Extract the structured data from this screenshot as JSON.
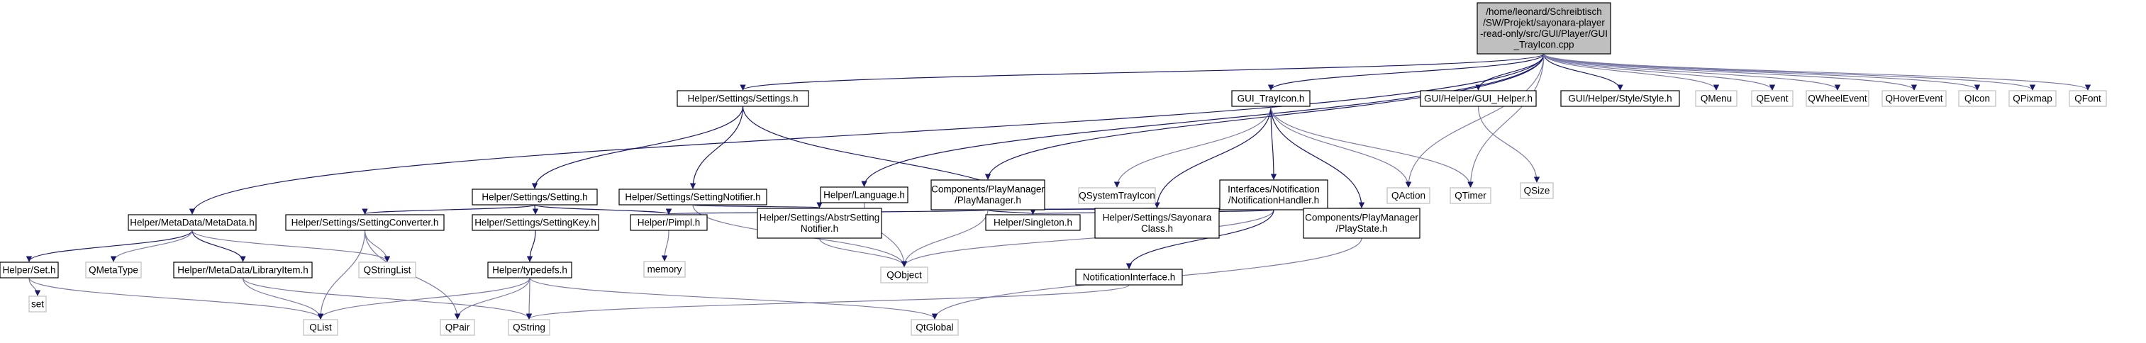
{
  "diagram": {
    "nodes": [
      {
        "id": "root",
        "lines": [
          "/home/leonard/Schreibtisch",
          "/SW/Projekt/sayonara-player",
          "-read-only/src/GUI/Player/GUI",
          "_TrayIcon.cpp"
        ],
        "kind": "root"
      },
      {
        "id": "settings_h",
        "lines": [
          "Helper/Settings/Settings.h"
        ],
        "kind": "doc"
      },
      {
        "id": "gui_trayicon_h",
        "lines": [
          "GUI_TrayIcon.h"
        ],
        "kind": "doc"
      },
      {
        "id": "gui_helper_h",
        "lines": [
          "GUI/Helper/GUI_Helper.h"
        ],
        "kind": "doc"
      },
      {
        "id": "style_h",
        "lines": [
          "GUI/Helper/Style/Style.h"
        ],
        "kind": "doc"
      },
      {
        "id": "qmenu",
        "lines": [
          "QMenu"
        ],
        "kind": "ext"
      },
      {
        "id": "qevent",
        "lines": [
          "QEvent"
        ],
        "kind": "ext"
      },
      {
        "id": "qwheelevent",
        "lines": [
          "QWheelEvent"
        ],
        "kind": "ext"
      },
      {
        "id": "qhoverevent",
        "lines": [
          "QHoverEvent"
        ],
        "kind": "ext"
      },
      {
        "id": "qicon",
        "lines": [
          "QIcon"
        ],
        "kind": "ext"
      },
      {
        "id": "qpixmap",
        "lines": [
          "QPixmap"
        ],
        "kind": "ext"
      },
      {
        "id": "qfont",
        "lines": [
          "QFont"
        ],
        "kind": "ext"
      },
      {
        "id": "setting_h",
        "lines": [
          "Helper/Settings/Setting.h"
        ],
        "kind": "doc"
      },
      {
        "id": "settingnotifier_h",
        "lines": [
          "Helper/Settings/SettingNotifier.h"
        ],
        "kind": "doc"
      },
      {
        "id": "language_h",
        "lines": [
          "Helper/Language.h"
        ],
        "kind": "doc"
      },
      {
        "id": "playmanager_h",
        "lines": [
          "Components/PlayManager",
          "/PlayManager.h"
        ],
        "kind": "doc"
      },
      {
        "id": "qsystemtrayicon",
        "lines": [
          "QSystemTrayIcon"
        ],
        "kind": "ext"
      },
      {
        "id": "notificationhandler_h",
        "lines": [
          "Interfaces/Notification",
          "/NotificationHandler.h"
        ],
        "kind": "doc"
      },
      {
        "id": "qaction",
        "lines": [
          "QAction"
        ],
        "kind": "ext"
      },
      {
        "id": "qtimer",
        "lines": [
          "QTimer"
        ],
        "kind": "ext"
      },
      {
        "id": "qsize",
        "lines": [
          "QSize"
        ],
        "kind": "ext"
      },
      {
        "id": "metadata_h",
        "lines": [
          "Helper/MetaData/MetaData.h"
        ],
        "kind": "doc"
      },
      {
        "id": "settingconverter_h",
        "lines": [
          "Helper/Settings/SettingConverter.h"
        ],
        "kind": "doc"
      },
      {
        "id": "settingkey_h",
        "lines": [
          "Helper/Settings/SettingKey.h"
        ],
        "kind": "doc"
      },
      {
        "id": "pimpl_h",
        "lines": [
          "Helper/Pimpl.h"
        ],
        "kind": "doc"
      },
      {
        "id": "abstrsettingnotifier_h",
        "lines": [
          "Helper/Settings/AbstrSetting",
          "Notifier.h"
        ],
        "kind": "doc"
      },
      {
        "id": "singleton_h",
        "lines": [
          "Helper/Singleton.h"
        ],
        "kind": "doc"
      },
      {
        "id": "sayonaraclass_h",
        "lines": [
          "Helper/Settings/Sayonara",
          "Class.h"
        ],
        "kind": "doc"
      },
      {
        "id": "playstate_h",
        "lines": [
          "Components/PlayManager",
          "/PlayState.h"
        ],
        "kind": "doc"
      },
      {
        "id": "set_h",
        "lines": [
          "Helper/Set.h"
        ],
        "kind": "doc"
      },
      {
        "id": "qmetatype",
        "lines": [
          "QMetaType"
        ],
        "kind": "ext"
      },
      {
        "id": "libraryitem_h",
        "lines": [
          "Helper/MetaData/LibraryItem.h"
        ],
        "kind": "doc"
      },
      {
        "id": "qstringlist",
        "lines": [
          "QStringList"
        ],
        "kind": "ext"
      },
      {
        "id": "typedefs_h",
        "lines": [
          "Helper/typedefs.h"
        ],
        "kind": "doc"
      },
      {
        "id": "memory",
        "lines": [
          "memory"
        ],
        "kind": "ext"
      },
      {
        "id": "qobject",
        "lines": [
          "QObject"
        ],
        "kind": "ext"
      },
      {
        "id": "notificationinterface_h",
        "lines": [
          "NotificationInterface.h"
        ],
        "kind": "doc"
      },
      {
        "id": "set",
        "lines": [
          "set"
        ],
        "kind": "ext"
      },
      {
        "id": "qlist",
        "lines": [
          "QList"
        ],
        "kind": "ext"
      },
      {
        "id": "qpair",
        "lines": [
          "QPair"
        ],
        "kind": "ext"
      },
      {
        "id": "qstring",
        "lines": [
          "QString"
        ],
        "kind": "ext"
      },
      {
        "id": "qtglobal",
        "lines": [
          "QtGlobal"
        ],
        "kind": "ext"
      }
    ],
    "edges": [
      [
        "root",
        "settings_h"
      ],
      [
        "root",
        "gui_trayicon_h"
      ],
      [
        "root",
        "gui_helper_h"
      ],
      [
        "root",
        "style_h"
      ],
      [
        "root",
        "qmenu"
      ],
      [
        "root",
        "qevent"
      ],
      [
        "root",
        "qwheelevent"
      ],
      [
        "root",
        "qhoverevent"
      ],
      [
        "root",
        "qicon"
      ],
      [
        "root",
        "qpixmap"
      ],
      [
        "root",
        "qfont"
      ],
      [
        "root",
        "metadata_h"
      ],
      [
        "root",
        "language_h"
      ],
      [
        "root",
        "playmanager_h"
      ],
      [
        "root",
        "qaction"
      ],
      [
        "root",
        "qtimer"
      ],
      [
        "settings_h",
        "setting_h"
      ],
      [
        "settings_h",
        "settingnotifier_h"
      ],
      [
        "settings_h",
        "singleton_h"
      ],
      [
        "setting_h",
        "settingconverter_h"
      ],
      [
        "setting_h",
        "settingkey_h"
      ],
      [
        "setting_h",
        "pimpl_h"
      ],
      [
        "settingnotifier_h",
        "abstrsettingnotifier_h"
      ],
      [
        "settingnotifier_h",
        "qobject"
      ],
      [
        "abstrsettingnotifier_h",
        "qobject"
      ],
      [
        "language_h",
        "qobject"
      ],
      [
        "playmanager_h",
        "pimpl_h"
      ],
      [
        "playmanager_h",
        "singleton_h"
      ],
      [
        "playmanager_h",
        "sayonaraclass_h"
      ],
      [
        "playmanager_h",
        "playstate_h"
      ],
      [
        "playmanager_h",
        "qobject"
      ],
      [
        "gui_trayicon_h",
        "qsystemtrayicon"
      ],
      [
        "gui_trayicon_h",
        "notificationhandler_h"
      ],
      [
        "gui_trayicon_h",
        "sayonaraclass_h"
      ],
      [
        "gui_trayicon_h",
        "playstate_h"
      ],
      [
        "gui_trayicon_h",
        "qaction"
      ],
      [
        "gui_trayicon_h",
        "qtimer"
      ],
      [
        "notificationhandler_h",
        "singleton_h"
      ],
      [
        "notificationhandler_h",
        "qobject"
      ],
      [
        "notificationhandler_h",
        "notificationinterface_h"
      ],
      [
        "notificationinterface_h",
        "qstring"
      ],
      [
        "gui_helper_h",
        "qsize"
      ],
      [
        "metadata_h",
        "set_h"
      ],
      [
        "metadata_h",
        "qmetatype"
      ],
      [
        "metadata_h",
        "libraryitem_h"
      ],
      [
        "metadata_h",
        "qstringlist"
      ],
      [
        "settingconverter_h",
        "qstringlist"
      ],
      [
        "settingconverter_h",
        "qlist"
      ],
      [
        "settingconverter_h",
        "qpair"
      ],
      [
        "settingkey_h",
        "typedefs_h"
      ],
      [
        "pimpl_h",
        "memory"
      ],
      [
        "set_h",
        "set"
      ],
      [
        "set_h",
        "qlist"
      ],
      [
        "libraryitem_h",
        "qlist"
      ],
      [
        "libraryitem_h",
        "qstring"
      ],
      [
        "typedefs_h",
        "qlist"
      ],
      [
        "typedefs_h",
        "qpair"
      ],
      [
        "typedefs_h",
        "qstring"
      ],
      [
        "typedefs_h",
        "qtglobal"
      ],
      [
        "playstate_h",
        "qtglobal"
      ]
    ]
  }
}
